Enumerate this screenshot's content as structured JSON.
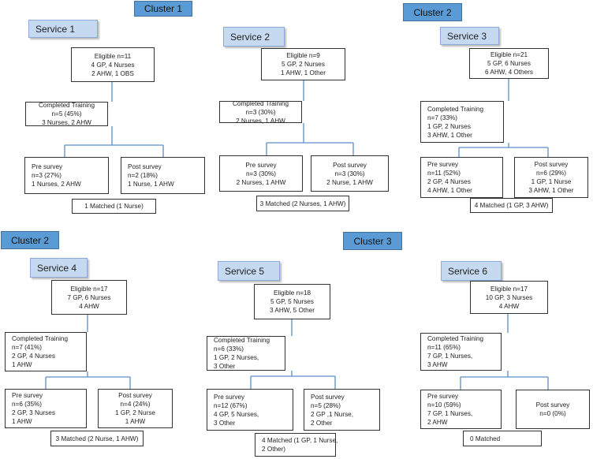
{
  "clusters": [
    "Cluster 1",
    "Cluster 2",
    "Cluster 2",
    "Cluster 3"
  ],
  "services": [
    {
      "name": "Service 1",
      "eligible": [
        "Eligible n=11",
        "4 GP, 4 Nurses",
        "2 AHW, 1 OBS"
      ],
      "training": [
        "Completed Training",
        "n=5 (45%)",
        "3 Nurses, 2 AHW"
      ],
      "pre": [
        "Pre survey",
        "n=3 (27%)",
        "1 Nurses, 2 AHW"
      ],
      "post": [
        "Post survey",
        "n=2 (18%)",
        "1 Nurse, 1 AHW"
      ],
      "matched": [
        "1 Matched (1 Nurse)"
      ]
    },
    {
      "name": "Service 2",
      "eligible": [
        "Eligible n=9",
        "5 GP, 2 Nurses",
        "1 AHW, 1 Other"
      ],
      "training": [
        "Completed Training",
        "n=3 (30%)",
        "2 Nurses, 1 AHW"
      ],
      "pre": [
        "Pre survey",
        "n=3 (30%)",
        "2 Nurses, 1 AHW"
      ],
      "post": [
        "Post survey",
        "n=3 (30%)",
        "2 Nurse, 1 AHW"
      ],
      "matched": [
        "3 Matched (2 Nurses, 1 AHW)"
      ]
    },
    {
      "name": "Service 3",
      "eligible": [
        "Eligible n=21",
        "5 GP, 6 Nurses",
        "6 AHW, 4 Others"
      ],
      "training": [
        "Completed Training",
        "n=7 (33%)",
        "1 GP, 2 Nurses",
        "3 AHW, 1 Other"
      ],
      "pre": [
        "Pre survey",
        "n=11 (52%)",
        "2 GP, 4 Nurses",
        "4 AHW, 1 Other"
      ],
      "post": [
        "Post survey",
        "n=6 (29%)",
        "1 GP, 1 Nurse",
        "3 AHW, 1 Other"
      ],
      "matched": [
        "4 Matched (1 GP, 3 AHW)"
      ]
    },
    {
      "name": "Service 4",
      "eligible": [
        "Eligible n=17",
        "7 GP, 6 Nurses",
        "4 AHW"
      ],
      "training": [
        "Completed Training",
        "n=7 (41%)",
        "2 GP, 4 Nurses",
        "1 AHW"
      ],
      "pre": [
        "Pre survey",
        "n=6 (35%)",
        "2 GP, 3 Nurses",
        "1 AHW"
      ],
      "post": [
        "Post survey",
        "n=4 (24%)",
        "1 GP, 2 Nurse",
        "1 AHW"
      ],
      "matched": [
        "3 Matched (2 Nurse, 1 AHW)"
      ]
    },
    {
      "name": "Service 5",
      "eligible": [
        "Eligible n=18",
        "5 GP, 5 Nurses",
        "3 AHW, 5 Other"
      ],
      "training": [
        "Completed Training",
        "n=6 (33%)",
        "1 GP, 2 Nurses,",
        "3 Other"
      ],
      "pre": [
        "Pre survey",
        "n=12 (67%)",
        "4 GP, 5 Nurses,",
        "3 Other"
      ],
      "post": [
        "Post survey",
        "n=5 (28%)",
        "2 GP ,1 Nurse,",
        "2 Other"
      ],
      "matched": [
        "4 Matched (1 GP, 1 Nurse,",
        "2 Other)"
      ]
    },
    {
      "name": "Service 6",
      "eligible": [
        "Eligible n=17",
        "10 GP, 3 Nurses",
        "4 AHW"
      ],
      "training": [
        "Completed Training",
        "n=11 (65%)",
        "7 GP, 1 Nurses,",
        "3 AHW"
      ],
      "pre": [
        "Pre survey",
        "n=10 (59%)",
        "7 GP, 1 Nurses,",
        "2 AHW"
      ],
      "post": [
        "Post survey",
        "n=0 (0%)"
      ],
      "matched": [
        "0 Matched"
      ]
    }
  ]
}
